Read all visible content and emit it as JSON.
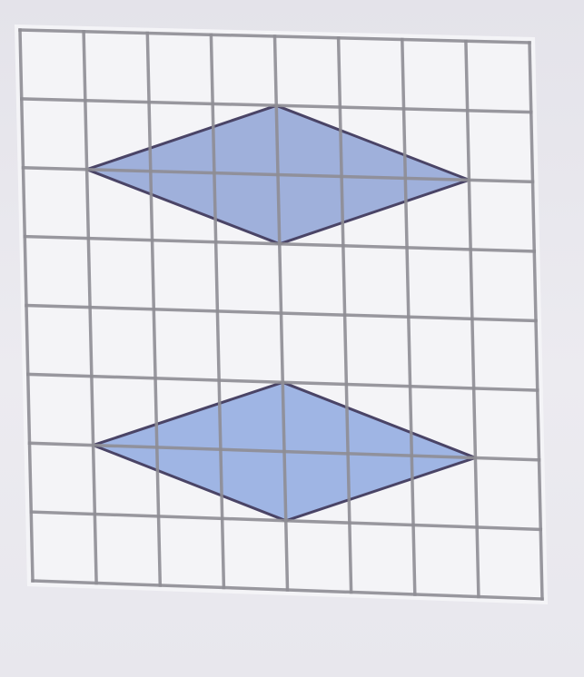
{
  "page": {
    "background_color": "#e9e8ee"
  },
  "grid": {
    "columns": 8,
    "rows": 8,
    "line_color": "#8e8d94",
    "paper_color": "#f4f4f7"
  },
  "shapes": [
    {
      "name": "rhombus-top",
      "type": "rhombus",
      "fill_color": "#8fa3d6",
      "stroke_color": "#4a4466",
      "vertices_grid_units": [
        [
          1,
          2
        ],
        [
          4,
          1
        ],
        [
          7,
          2
        ],
        [
          4,
          3
        ]
      ]
    },
    {
      "name": "rhombus-bottom",
      "type": "rhombus",
      "fill_color": "#8fa9e0",
      "stroke_color": "#4a4466",
      "vertices_grid_units": [
        [
          1,
          6
        ],
        [
          4,
          5
        ],
        [
          7,
          6
        ],
        [
          4,
          7
        ]
      ]
    }
  ]
}
